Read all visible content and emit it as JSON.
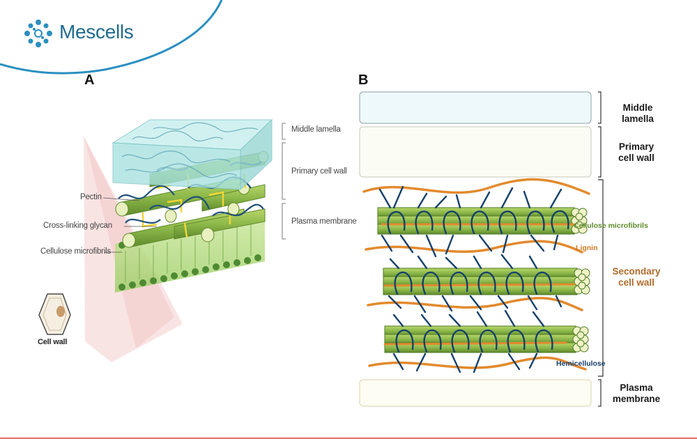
{
  "brand": {
    "name": "Mescells",
    "logo_icon": "cell-cluster-logo"
  },
  "panel_a": {
    "letter": "A",
    "labels": {
      "middle_lamella": "Middle lamella",
      "primary_cell_wall": "Primary cell wall",
      "plasma_membrane": "Plasma membrane",
      "pectin": "Pectin",
      "cross_linking_glycan": "Cross-linking glycan",
      "cellulose_microfibrils": "Cellulose microfibrils",
      "cell_wall": "Cell wall"
    }
  },
  "panel_b": {
    "letter": "B",
    "layers": {
      "middle_lamella": [
        "Middle",
        "lamella"
      ],
      "primary_cell_wall": [
        "Primary",
        "cell wall"
      ],
      "secondary_cell_wall": [
        "Secondary",
        "cell wall"
      ],
      "plasma_membrane": [
        "Plasma",
        "membrane"
      ]
    },
    "components": {
      "cellulose_microfibrils": "Cellulose microfibrils",
      "lignin": "Lignin",
      "hemicellulose": "Hemicellulose"
    }
  },
  "colors": {
    "brand_blue": "#1f6b8f",
    "cellulose_green": "#8db84a",
    "lignin_orange": "#e28a2e",
    "hemicellulose_navy": "#16406a",
    "secondary_wall_text": "#b06a2a",
    "accent_rule": "#e06a6a"
  }
}
